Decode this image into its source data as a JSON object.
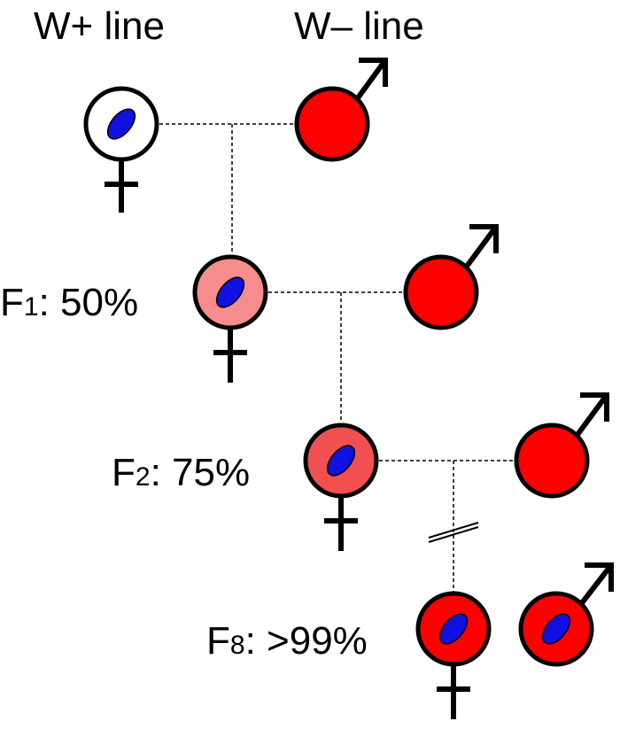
{
  "headers": {
    "w_plus": "W+ line",
    "w_minus": "W– line"
  },
  "generations": {
    "f1": {
      "prefix": "F",
      "sub": "1",
      "suffix": ": 50%"
    },
    "f2": {
      "prefix": "F",
      "sub": "2",
      "suffix": ": 75%"
    },
    "f8": {
      "prefix": "F",
      "sub": "8",
      "suffix": ": >99%"
    }
  },
  "colors": {
    "w_plus_cell": "#ffffff",
    "f1_cell": "#f78c8c",
    "f2_cell": "#f25050",
    "w_minus_cell": "#ff0000",
    "f8_cell": "#ff0000",
    "nucleus": "#1010e0",
    "stroke": "#000000"
  },
  "symbols": {
    "female": "female-symbol",
    "male": "male-symbol",
    "generation_break": "double-slash-break"
  }
}
